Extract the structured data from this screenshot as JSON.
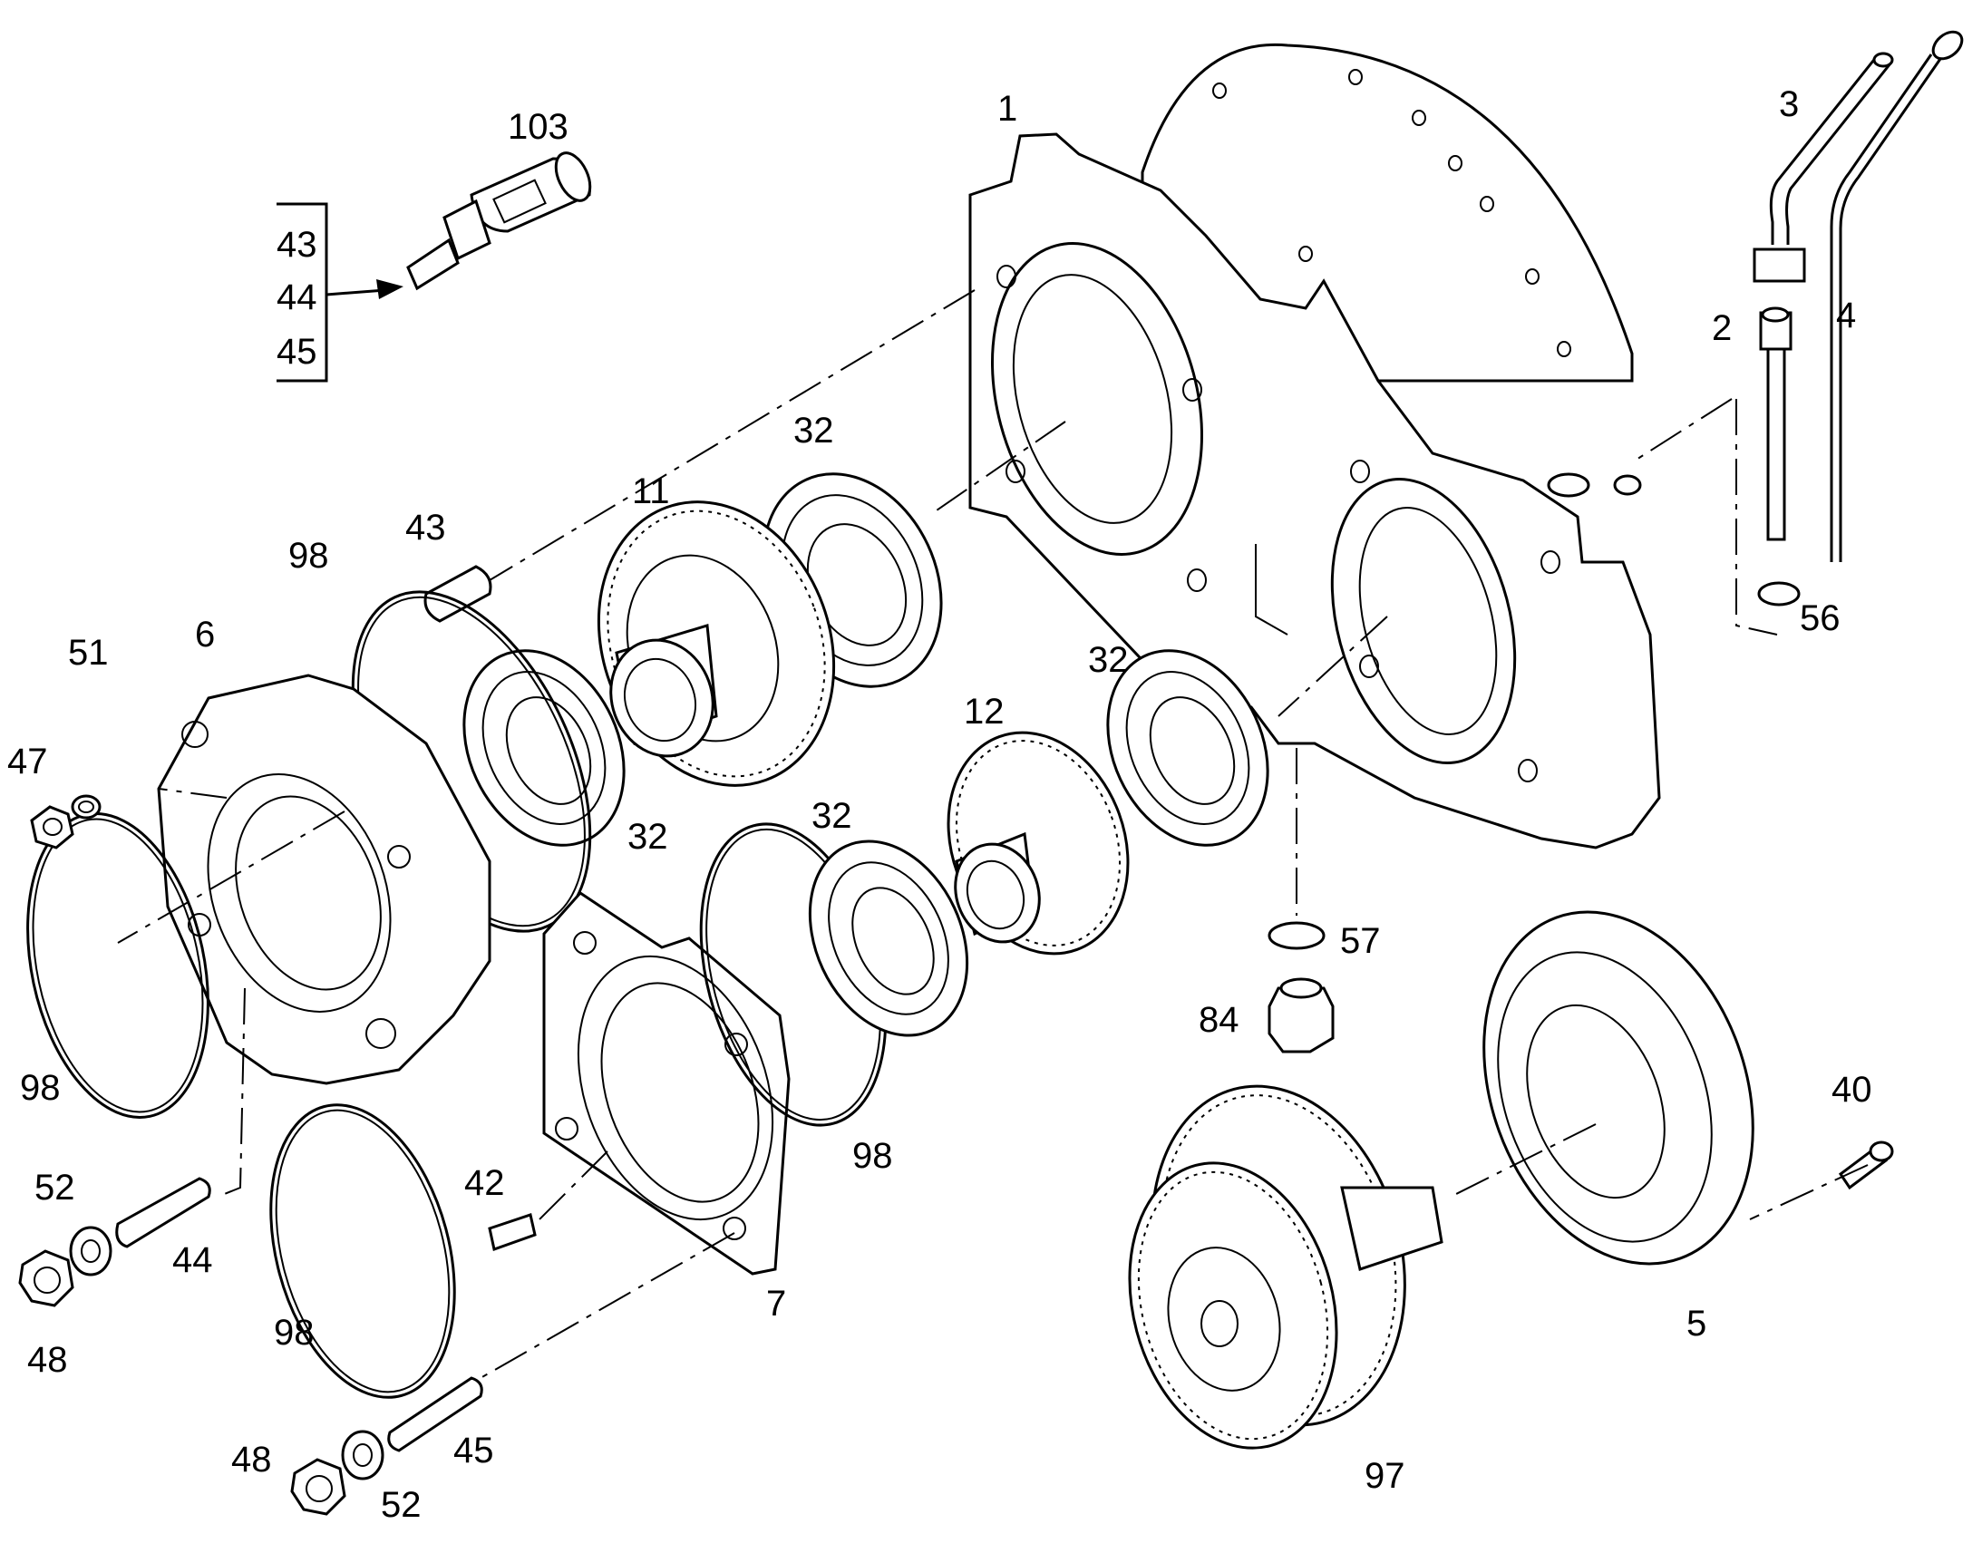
{
  "callouts": {
    "c103": "103",
    "c1": "1",
    "c3": "3",
    "c2": "2",
    "c4": "4",
    "c56": "56",
    "c43a": "43",
    "c44a": "44",
    "c45a": "45",
    "c32a": "32",
    "c11": "11",
    "c43b": "43",
    "c98a": "98",
    "c6": "6",
    "c51": "51",
    "c47": "47",
    "c32b": "32",
    "c12": "12",
    "c32c": "32",
    "c32d": "32",
    "c57": "57",
    "c84": "84",
    "c98b": "98",
    "c98c": "98",
    "c40": "40",
    "c52a": "52",
    "c44b": "44",
    "c48a": "48",
    "c42": "42",
    "c7": "7",
    "c98d": "98",
    "c5": "5",
    "c48b": "48",
    "c52b": "52",
    "c45b": "45",
    "c97": "97"
  }
}
